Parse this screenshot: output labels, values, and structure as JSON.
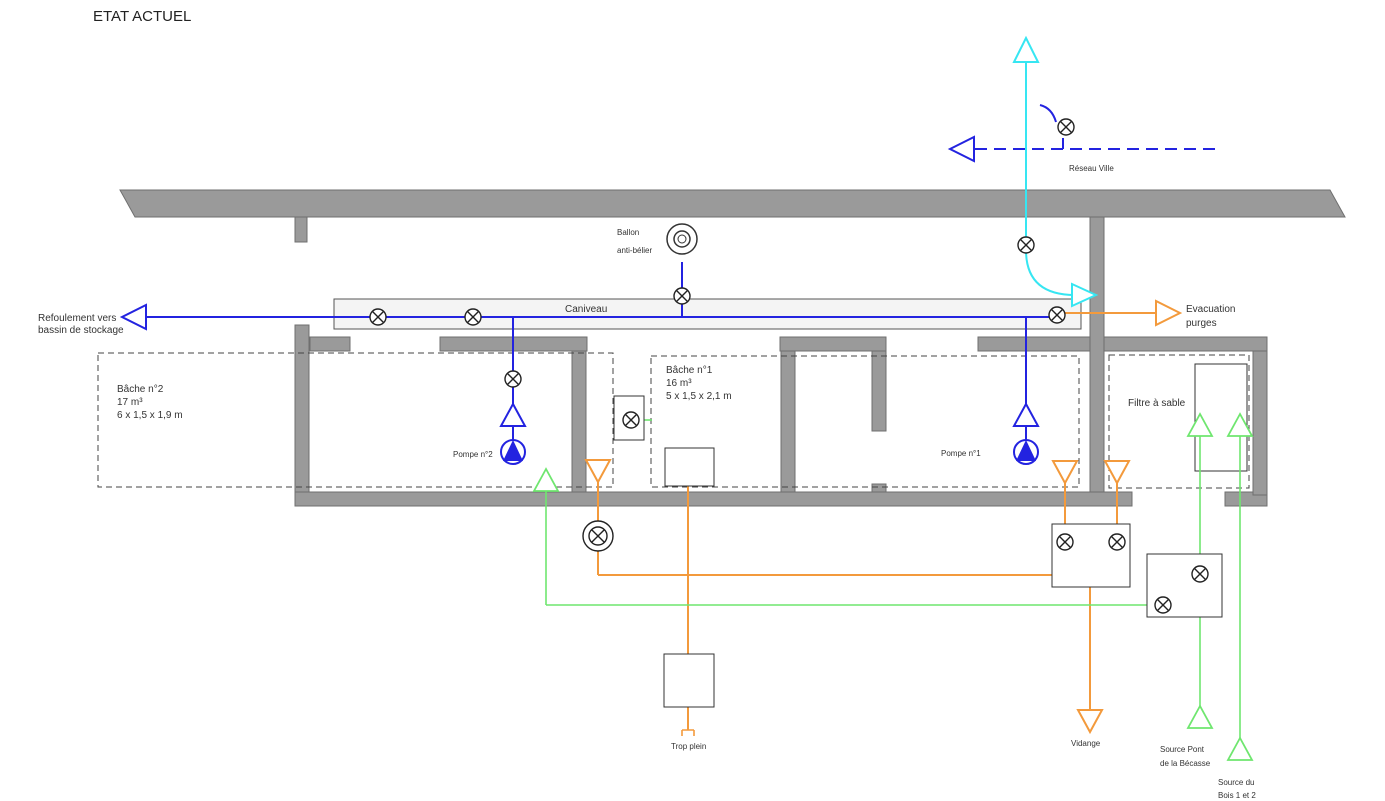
{
  "title": "ETAT ACTUEL",
  "labels": {
    "ballon_line1": "Ballon",
    "ballon_line2": "anti-bélier",
    "caniveau": "Caniveau",
    "refoulement_line1": "Refoulement vers",
    "refoulement_line2": "bassin de stockage",
    "evacuation_line1": "Evacuation",
    "evacuation_line2": "purges",
    "reseau_ville": "Réseau Ville",
    "bache2_name": "Bâche n°2",
    "bache2_volume": "17 m³",
    "bache2_dims": "6 x 1,5 x 1,9 m",
    "bache1_name": "Bâche n°1",
    "bache1_volume": "16 m³",
    "bache1_dims": "5 x 1,5 x 2,1 m",
    "pompe2": "Pompe n°2",
    "pompe1": "Pompe n°1",
    "filtre": "Filtre à sable",
    "trop_plein": "Trop plein",
    "vidange": "Vidange",
    "source_pont_line1": "Source Pont",
    "source_pont_line2": "de la Bécasse",
    "source_bois_line1": "Source du",
    "source_bois_line2": "Bois 1 et 2"
  },
  "colors": {
    "refoulement_pipe": "#2323e0",
    "reseau_ville_pipe": "#36e6f2",
    "purge_pipe": "#f39a3c",
    "source_pipe": "#6fe66f",
    "walls": "#9a9a9a"
  },
  "icons": [
    "valve-icon",
    "pump-icon",
    "arrow-triangle-icon",
    "ballon-icon"
  ]
}
